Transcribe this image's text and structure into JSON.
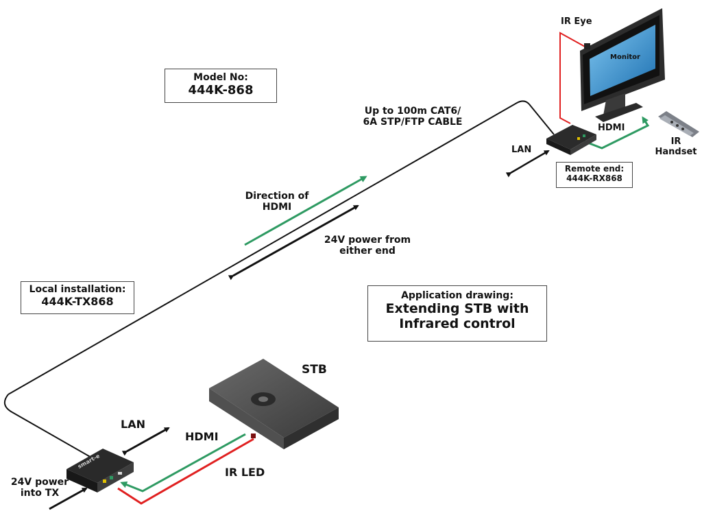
{
  "model": {
    "label": "Model No:",
    "value": "444K-868"
  },
  "cable": {
    "line1": "Up to 100m CAT6/",
    "line2": "6A STP/FTP CABLE"
  },
  "hdmi_direction": {
    "line1": "Direction of",
    "line2": "HDMI"
  },
  "power_either": {
    "line1": "24V power from",
    "line2": "either end"
  },
  "local": {
    "label": "Local installation:",
    "value": "444K-TX868"
  },
  "remote": {
    "label": "Remote end:",
    "value": "444K-RX868"
  },
  "application": {
    "line1": "Application drawing:",
    "line2": "Extending STB with",
    "line3": "Infrared control"
  },
  "stb": {
    "label": "STB"
  },
  "monitor": {
    "screen_label": "Monitor",
    "ir_eye": "IR Eye"
  },
  "remote_side": {
    "lan": "LAN",
    "hdmi": "HDMI",
    "ir_handset_line1": "IR",
    "ir_handset_line2": "Handset"
  },
  "local_side": {
    "lan": "LAN",
    "hdmi": "HDMI",
    "ir_led": "IR LED",
    "power_line1": "24V power",
    "power_line2": "into TX"
  },
  "device_brand": "smart-e",
  "colors": {
    "hdmi_arrow": "#2e9a62",
    "ir_wire": "#e02020",
    "cable": "#111111"
  }
}
